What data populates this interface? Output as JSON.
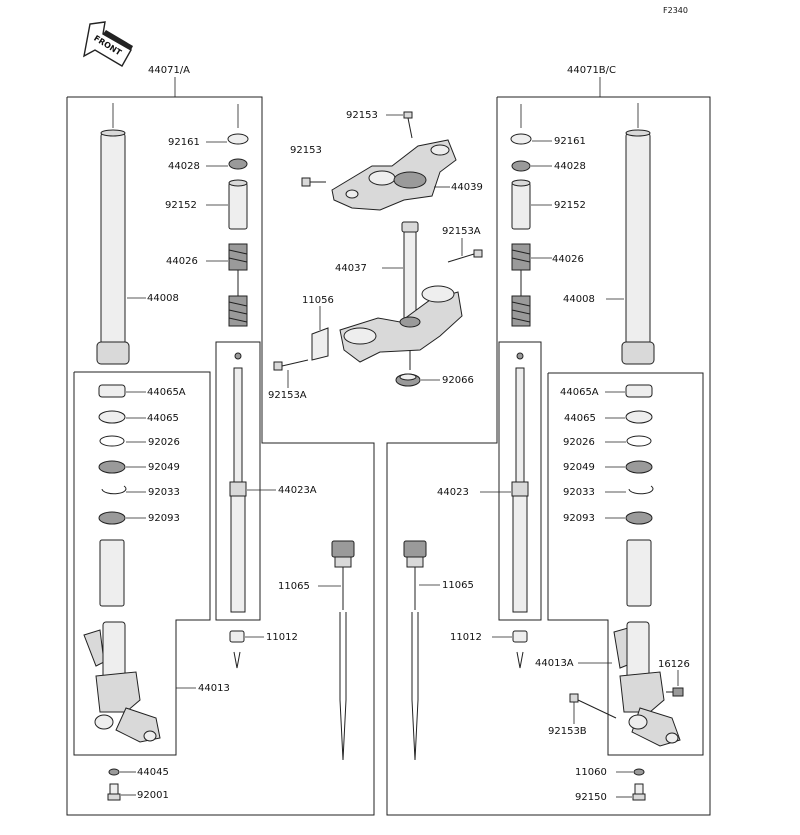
{
  "header": {
    "figure_code": "F2340",
    "direction_label": "FRONT"
  },
  "assemblies": {
    "left": "44071/A",
    "right": "44071B/C"
  },
  "left_parts": {
    "cap_washer": "92161",
    "cap_bushing": "44028",
    "spacer": "92152",
    "spring": "44026",
    "outer_tube": "44008",
    "bush_a": "44065A",
    "bush": "44065",
    "washer": "92026",
    "oil_seal": "92049",
    "circlip": "92033",
    "dust_seal": "92093",
    "cylinder": "44023A",
    "axle_holder": "44013",
    "gasket": "44045",
    "bolt": "92001",
    "adjuster": "11065",
    "nut": "11012"
  },
  "center_parts": {
    "bolt_top": "92153",
    "bolt_side": "92153",
    "upper_bracket": "44039",
    "bolt_a_right": "92153A",
    "stem": "44037",
    "bracket_plate": "11056",
    "bolt_a_left": "92153A",
    "stem_nut": "92066",
    "adjuster": "11065"
  },
  "right_parts": {
    "cap_washer": "92161",
    "cap_bushing": "44028",
    "spacer": "92152",
    "spring": "44026",
    "outer_tube": "44008",
    "bush_a": "44065A",
    "bush": "44065",
    "washer": "92026",
    "oil_seal": "92049",
    "circlip": "92033",
    "dust_seal": "92093",
    "cylinder": "44023",
    "nut": "11012",
    "axle_holder": "44013A",
    "bleed": "16126",
    "bolt_b": "92153B",
    "gasket": "11060",
    "bolt": "92150"
  }
}
